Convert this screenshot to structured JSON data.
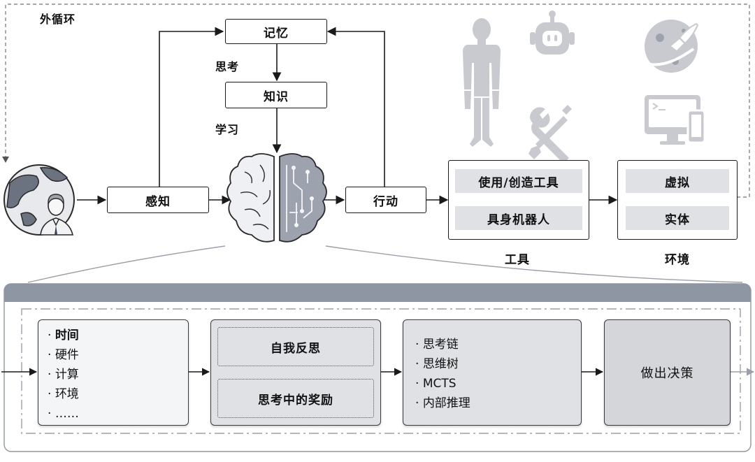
{
  "outer_loop_label": "外循环",
  "think_label": "思考",
  "learn_label": "学习",
  "boxes": {
    "memory": "记忆",
    "knowledge": "知识",
    "perception": "感知",
    "action": "行动"
  },
  "tools": {
    "items": [
      "使用/创造工具",
      "具身机器人"
    ],
    "caption": "工具"
  },
  "environment": {
    "items": [
      "虚拟",
      "实体"
    ],
    "caption": "环境"
  },
  "bottom": {
    "factors": [
      "时间",
      "硬件",
      "计算",
      "环境",
      "……"
    ],
    "reflection": [
      "自我反思",
      "思考中的奖励"
    ],
    "reasoning": [
      "思考链",
      "思维树",
      "MCTS",
      "内部推理"
    ],
    "decision": "做出决策"
  },
  "colors": {
    "line": "#1a1a1a",
    "icon_gray": "#c8cacf",
    "panel_bar": "#8f96a3",
    "pill_bg": "#dfe1e5",
    "card_light": "#f4f5f7",
    "card_mid": "#dfe1e5",
    "card_dark": "#d4d6da"
  },
  "icons": [
    "globe-person-icon",
    "brain-circuit-icon",
    "humanoid-robot-icon",
    "robot-head-icon",
    "wrench-screwdriver-icon",
    "planet-rocket-icon",
    "computer-devices-icon"
  ]
}
